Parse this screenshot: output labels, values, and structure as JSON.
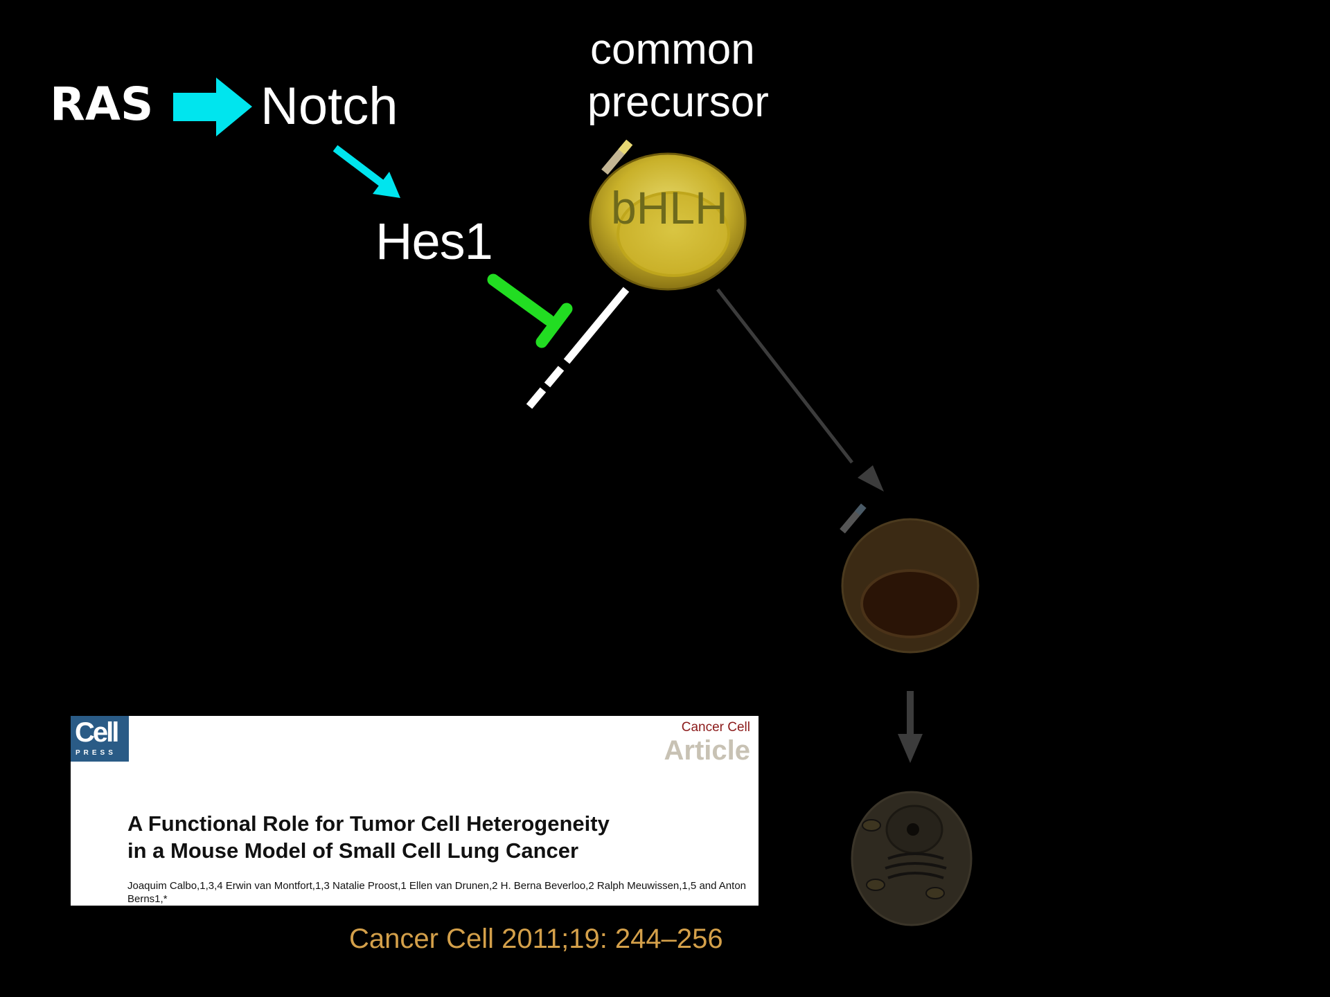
{
  "labels": {
    "ras": "RAS",
    "notch": "Notch",
    "hes1": "Hes1",
    "common": "common",
    "precursor": "precursor",
    "bhlh": "bHLH"
  },
  "paper": {
    "logo_word": "Cell",
    "logo_press": "PRESS",
    "journal": "Cancer Cell",
    "section": "Article",
    "title_line1": "A Functional Role for Tumor Cell Heterogeneity",
    "title_line2": "in a Mouse Model of Small Cell Lung Cancer",
    "authors": "Joaquim Calbo,1,3,4 Erwin van Montfort,1,3 Natalie Proost,1 Ellen van Drunen,2 H. Berna Beverloo,2 Ralph Meuwissen,1,5 and Anton Berns1,*"
  },
  "citation": "Cancer Cell 2011;19: 244–256",
  "colors": {
    "background": "#000000",
    "activation_arrow": "#00e5ee",
    "inhibition": "#22dd22",
    "precursor_cell": "#c9b12a",
    "citation": "#d4a04a"
  }
}
